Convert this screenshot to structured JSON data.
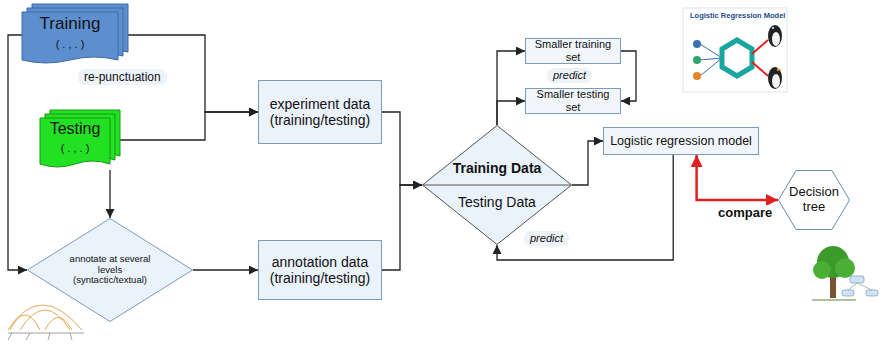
{
  "diagram": {
    "nodes": [
      {
        "text": [
          "Training",
          "( . , . )"
        ]
      },
      {
        "text": [
          "Testing",
          "( . , . )"
        ]
      },
      {
        "text": [
          "experiment data (training/testing)"
        ]
      },
      {
        "text": [
          "annotate at several levels (syntactic/textual)"
        ]
      },
      {
        "text": [
          "annotation data (training/testing)"
        ]
      },
      {
        "text": [
          "Training Data",
          "Testing Data"
        ]
      },
      {
        "text": [
          "Smaller training set"
        ]
      },
      {
        "text": [
          "Smaller testing set"
        ]
      },
      {
        "text": [
          "Logistic regression model"
        ]
      },
      {
        "text": [
          "Decision tree"
        ]
      }
    ],
    "edges": [
      {
        "from": 0,
        "to": 2,
        "arrow": "to"
      },
      {
        "from": 1,
        "to": 2,
        "arrow": "to"
      },
      {
        "from": 1,
        "to": 3,
        "arrow": "to"
      },
      {
        "from": 0,
        "to": 3,
        "arrow": "to"
      },
      {
        "from": 3,
        "to": 4,
        "arrow": "to"
      },
      {
        "from": 2,
        "to": 5,
        "arrow": "to"
      },
      {
        "from": 4,
        "to": 5,
        "arrow": "to"
      },
      {
        "from": 5,
        "to": 6,
        "arrow": "to"
      },
      {
        "from": 5,
        "to": 7,
        "arrow": "to"
      },
      {
        "from": 6,
        "to": 7,
        "arrow": "to"
      },
      {
        "from": 5,
        "to": 8,
        "arrow": "to"
      },
      {
        "from": 8,
        "to": 5,
        "arrow": "to"
      },
      {
        "from": 8,
        "to": 9,
        "label": "compare",
        "arrow": "both"
      }
    ],
    "labels": [
      "re-punctuation",
      "predict",
      "predict",
      "Logistic Regression Model"
    ]
  }
}
